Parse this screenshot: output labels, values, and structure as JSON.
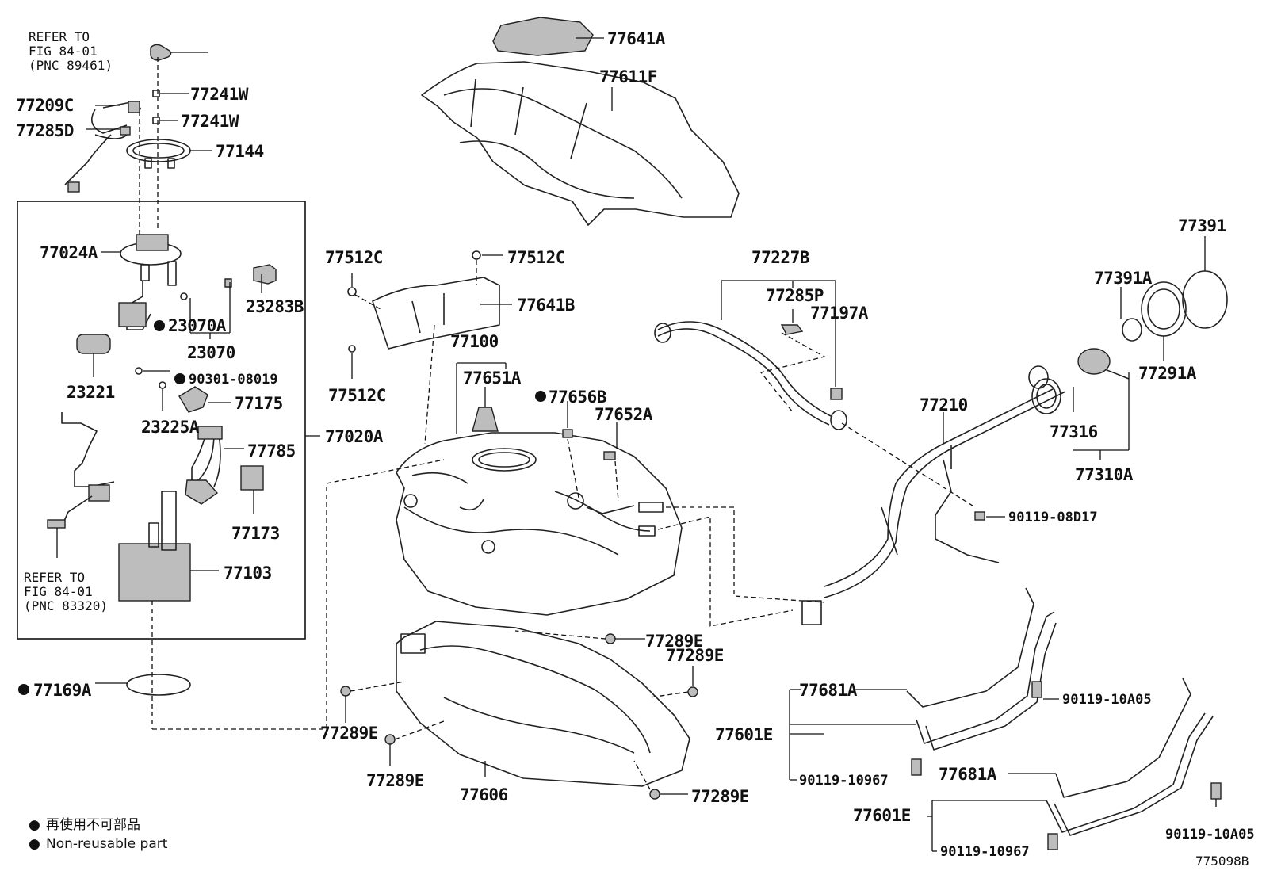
{
  "labels": {
    "p77641A": "77641A",
    "p77611F": "77611F",
    "p77241W_a": "77241W",
    "p77241W_b": "77241W",
    "p77209C": "77209C",
    "p77285D": "77285D",
    "p77144": "77144",
    "p77024A": "77024A",
    "p23283B": "23283B",
    "p23070A": "23070A",
    "p23070": "23070",
    "p23221": "23221",
    "p90301": "90301-08019",
    "p77175": "77175",
    "p23225A": "23225A",
    "p77785": "77785",
    "p77020A": "77020A",
    "p77173": "77173",
    "p77103": "77103",
    "p77169A": "77169A",
    "p77512C_a": "77512C",
    "p77512C_b": "77512C",
    "p77512C_c": "77512C",
    "p77641B": "77641B",
    "p77100": "77100",
    "p77651A": "77651A",
    "p77656B": "77656B",
    "p77652A": "77652A",
    "p77227B": "77227B",
    "p77285P": "77285P",
    "p77197A": "77197A",
    "p77391": "77391",
    "p77391A": "77391A",
    "p77291A": "77291A",
    "p77210": "77210",
    "p77316": "77316",
    "p77310A": "77310A",
    "p90119_08D17": "90119-08D17",
    "p77289E_a": "77289E",
    "p77289E_b": "77289E",
    "p77289E_c": "77289E",
    "p77289E_d": "77289E",
    "p77289E_e": "77289E",
    "p77606": "77606",
    "p77681A_a": "77681A",
    "p77681A_b": "77681A",
    "p77601E_a": "77601E",
    "p77601E_b": "77601E",
    "p90119_10A05_a": "90119-10A05",
    "p90119_10A05_b": "90119-10A05",
    "p90119_10967_a": "90119-10967",
    "p90119_10967_b": "90119-10967"
  },
  "references": {
    "top": {
      "line1": "REFER TO",
      "line2": "FIG 84-01",
      "line3": "(PNC 89461)"
    },
    "bottom": {
      "line1": "REFER TO",
      "line2": "FIG 84-01",
      "line3": "(PNC 83320)"
    }
  },
  "legend": {
    "marker": "●",
    "japanese": "再使用不可部品",
    "english": "Non-reusable part"
  },
  "diagram_id": "775098B"
}
